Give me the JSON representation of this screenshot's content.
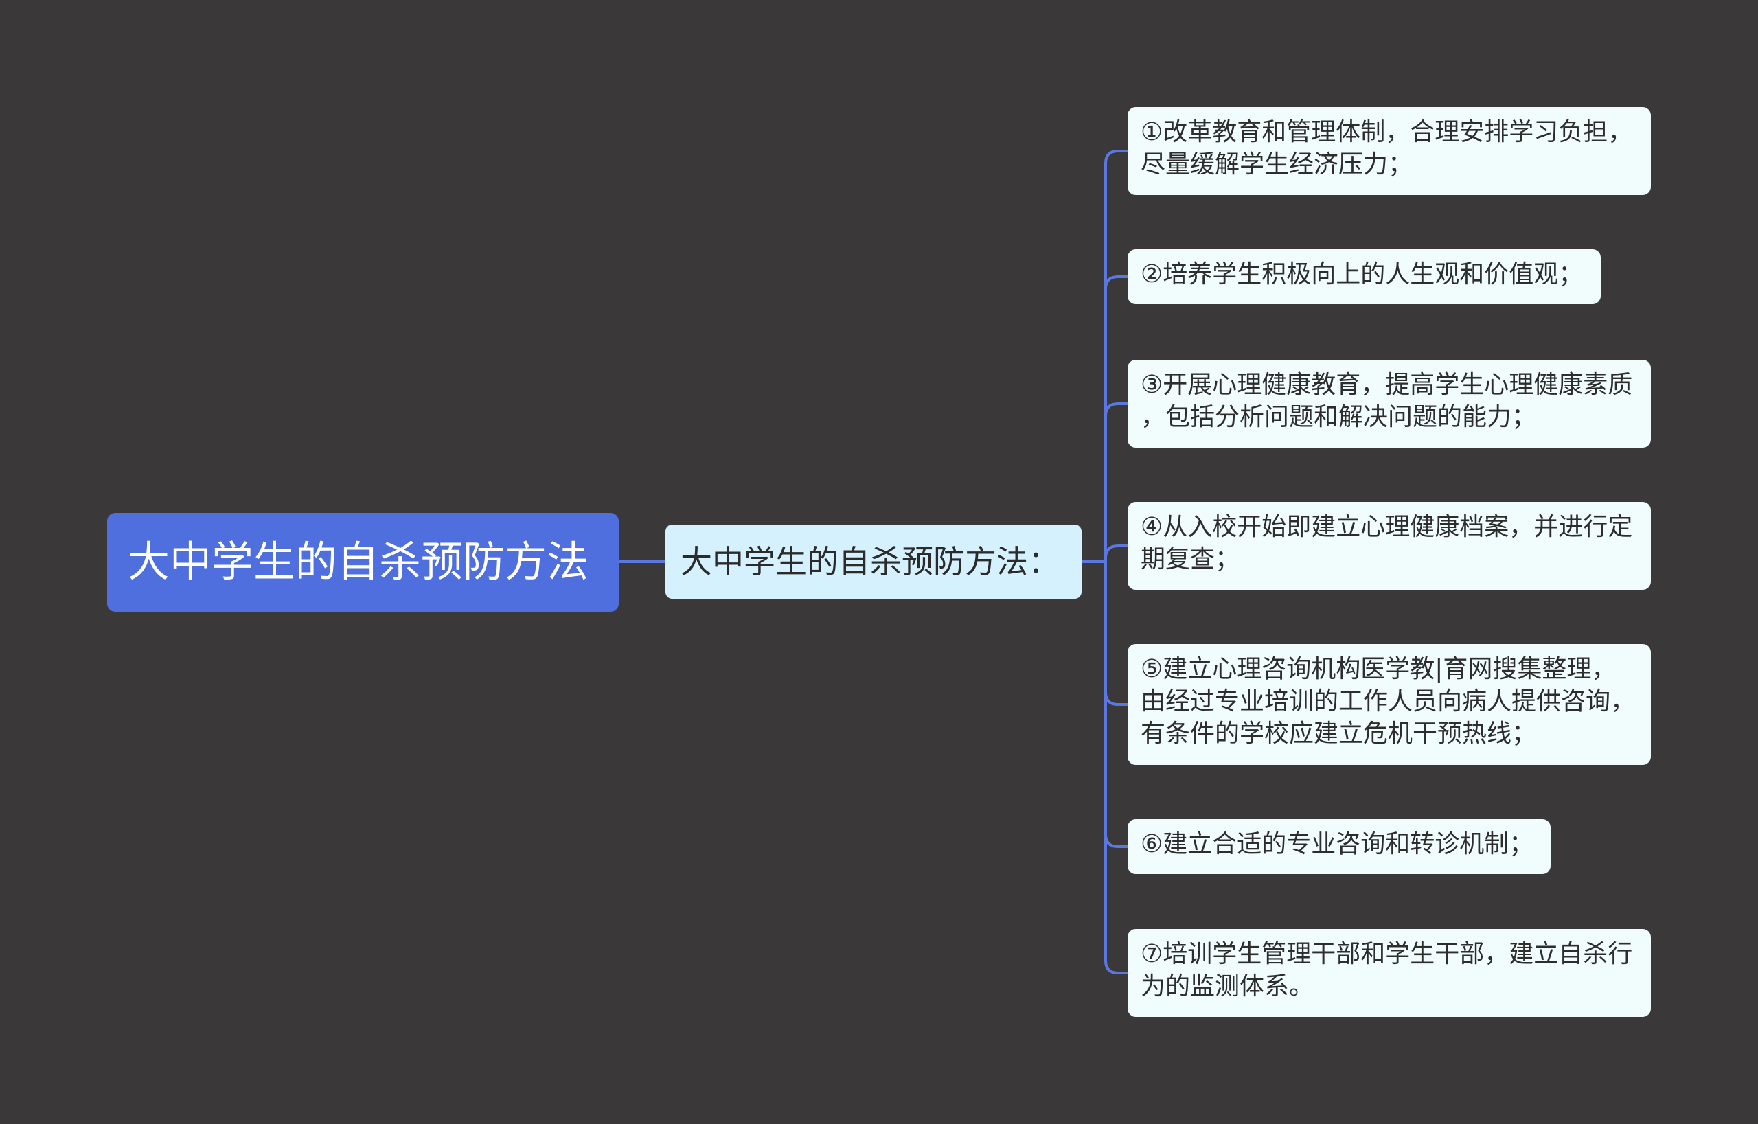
{
  "colors": {
    "background": "#3a3839",
    "root_fill": "#4f6fdf",
    "mid_fill": "#d6f1fe",
    "leaf_fill": "#f1fcfd",
    "connector": "#5b77e0"
  },
  "root": {
    "label": "大中学生的自杀预防方法"
  },
  "topic": {
    "label": "大中学生的自杀预防方法："
  },
  "items": [
    {
      "lines": [
        "①改革教育和管理体制，合理安排学习负担，",
        "尽量缓解学生经济压力；"
      ]
    },
    {
      "lines": [
        "②培养学生积极向上的人生观和价值观；"
      ]
    },
    {
      "lines": [
        "③开展心理健康教育，提高学生心理健康素质",
        "，包括分析问题和解决问题的能力；"
      ]
    },
    {
      "lines": [
        "④从入校开始即建立心理健康档案，并进行定",
        "期复查；"
      ]
    },
    {
      "lines": [
        "⑤建立心理咨询机构医学教|育网搜集整理，",
        "由经过专业培训的工作人员向病人提供咨询，",
        "有条件的学校应建立危机干预热线；"
      ]
    },
    {
      "lines": [
        "⑥建立合适的专业咨询和转诊机制；"
      ]
    },
    {
      "lines": [
        "⑦培训学生管理干部和学生干部，建立自杀行",
        "为的监测体系。"
      ]
    }
  ]
}
